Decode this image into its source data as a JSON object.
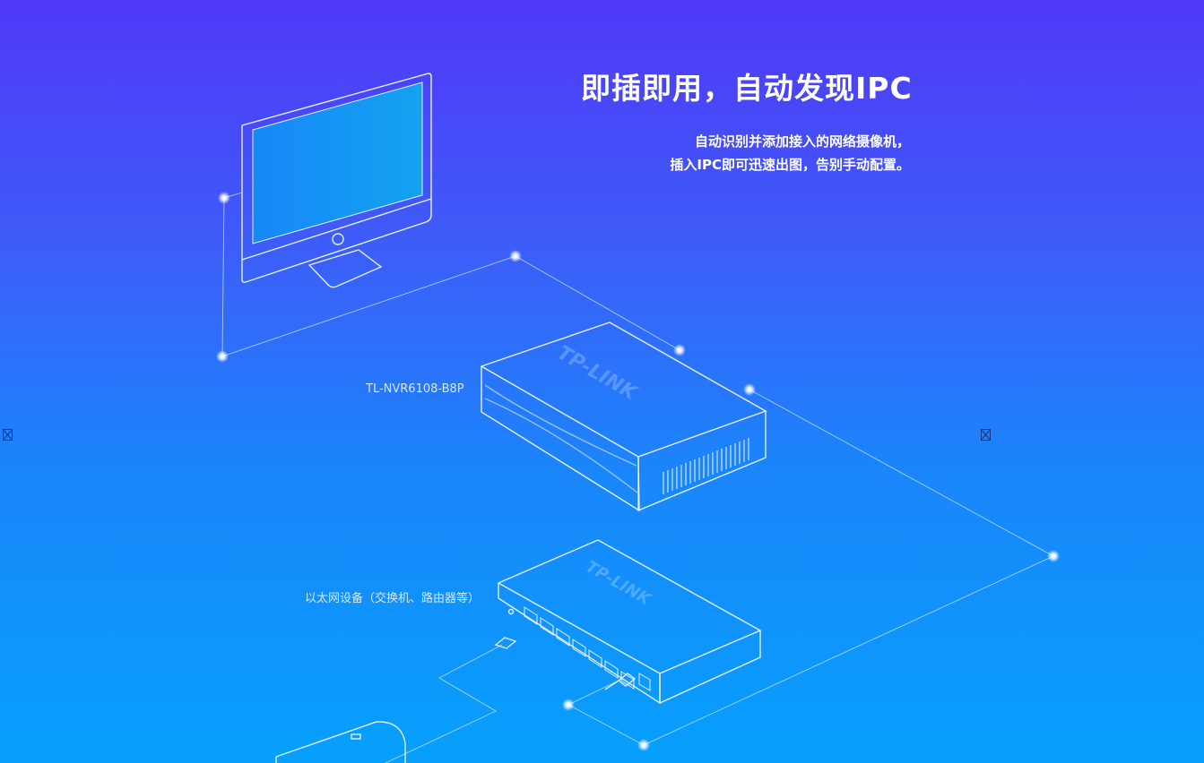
{
  "hero": {
    "title": "即插即用，自动发现IPC",
    "desc_line1": "自动识别并添加接入的网络摄像机，",
    "desc_line2": "插入IPC即可迅速出图，告别手动配置。"
  },
  "diagram": {
    "nvr_label": "TL-NVR6108-B8P",
    "switch_label": "以太网设备（交换机、路由器等）",
    "brand": "TP-LINK"
  },
  "carousel": {
    "prev_icon": "missing-glyph-icon",
    "next_icon": "missing-glyph-icon"
  }
}
